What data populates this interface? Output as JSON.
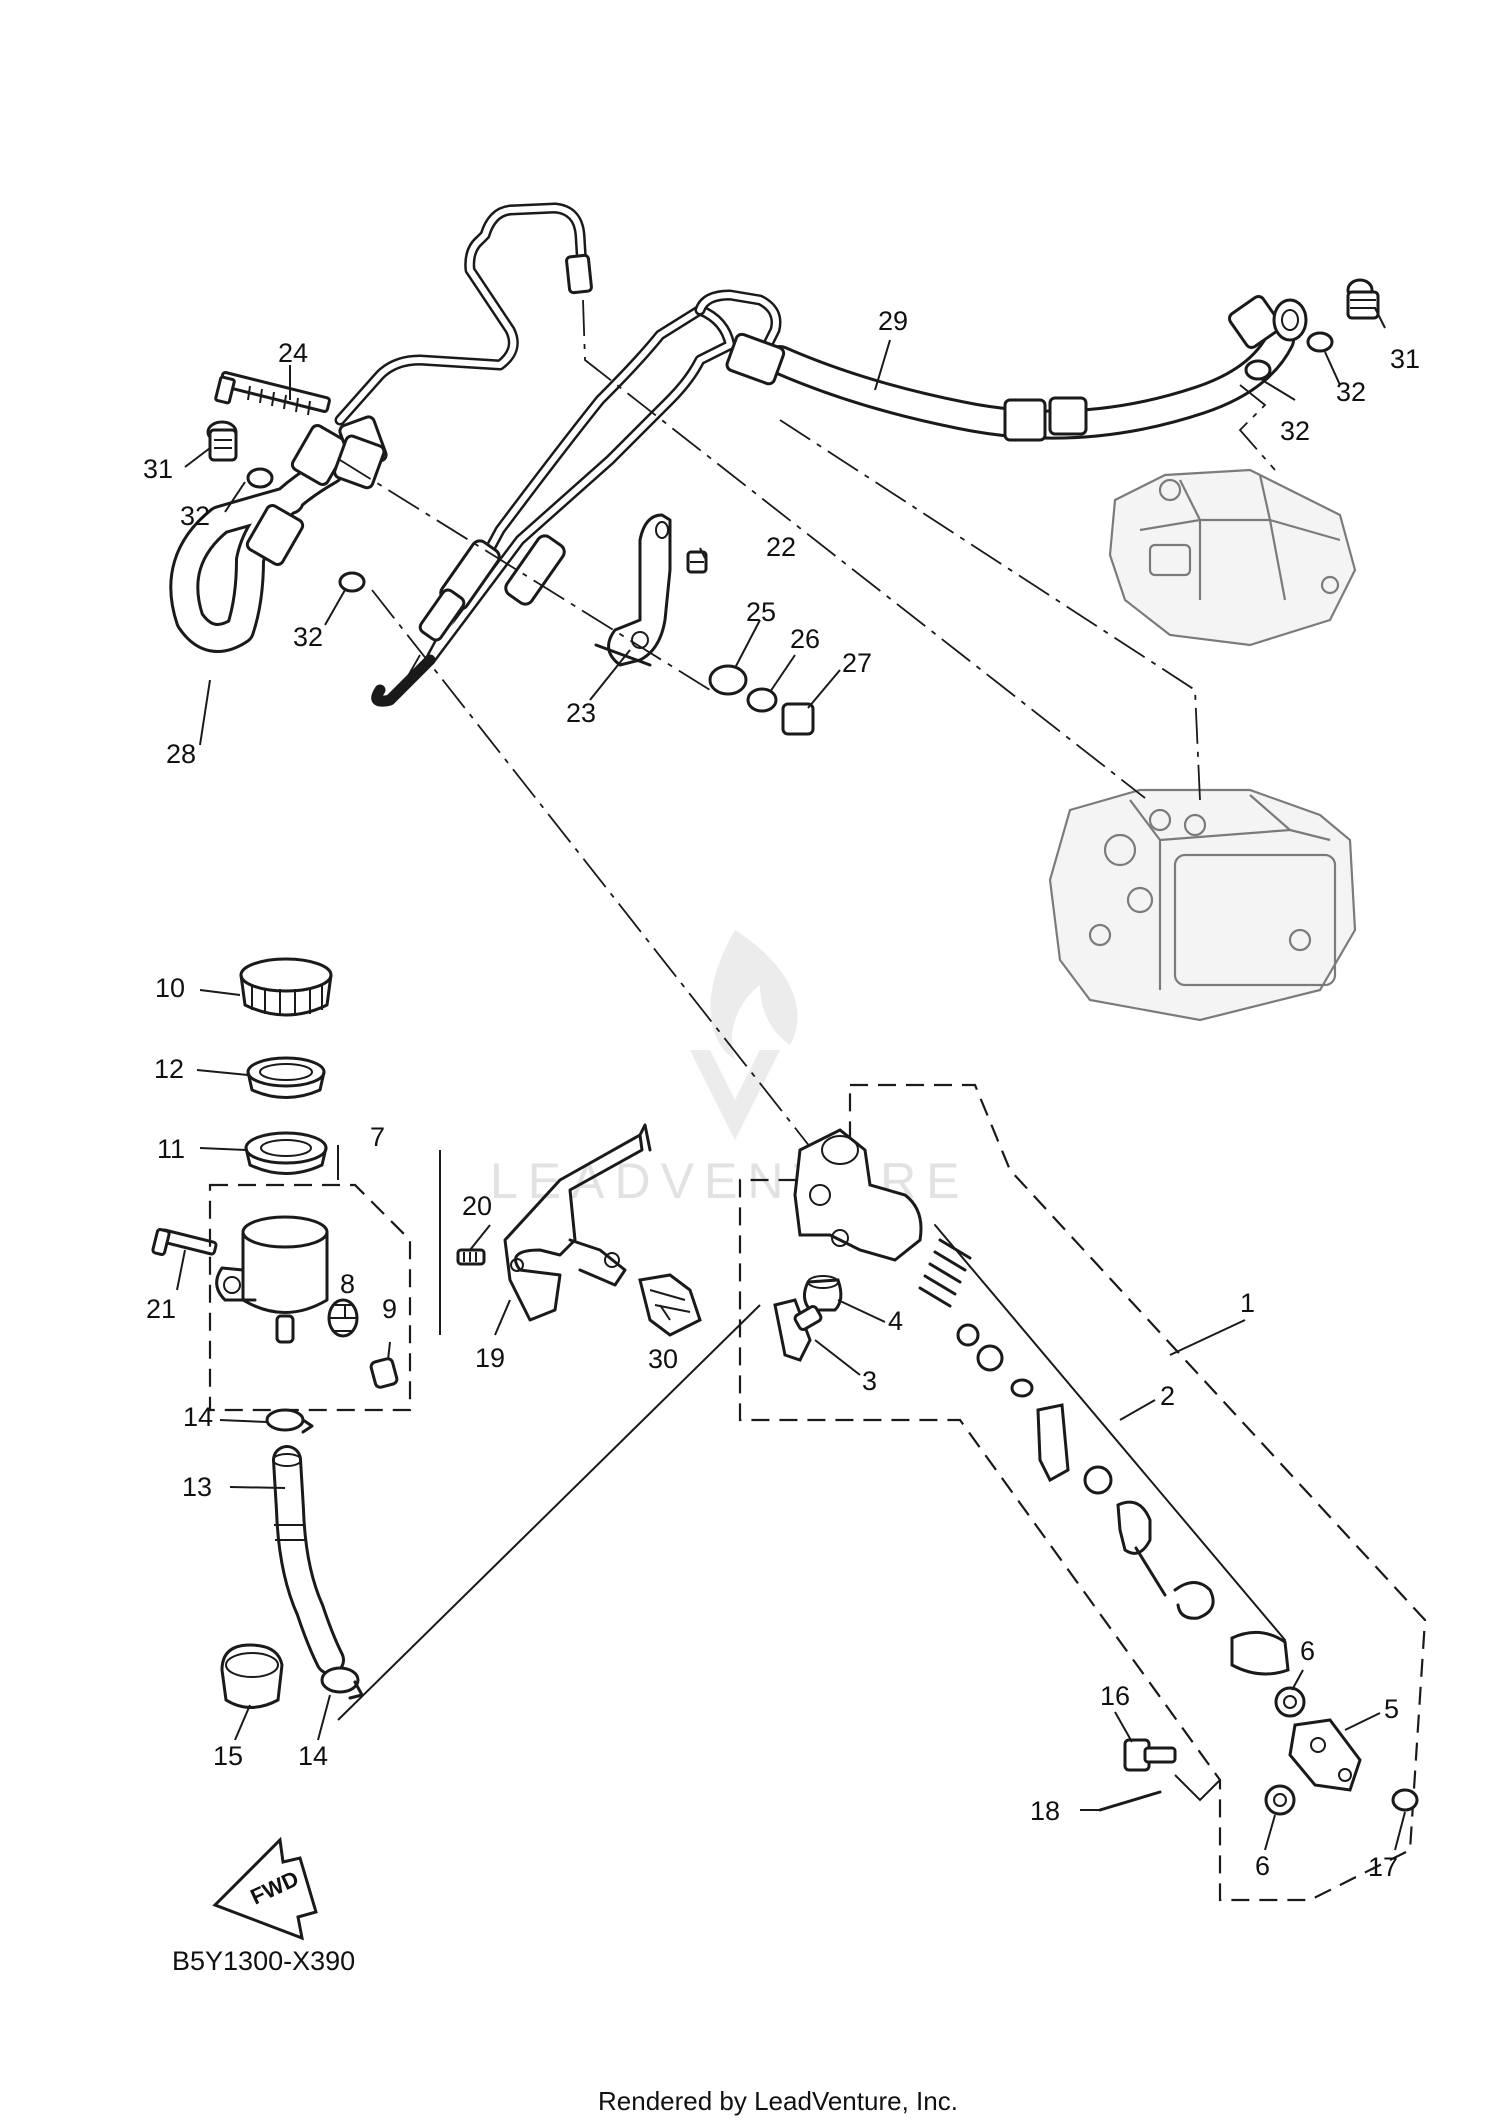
{
  "diagram": {
    "drawing_id": "B5Y1300-X390",
    "footer": "Rendered by LeadVenture, Inc.",
    "watermark": "LEADVENTURE",
    "direction_label": "FWD",
    "callouts": [
      {
        "id": "c1",
        "label": "1"
      },
      {
        "id": "c2",
        "label": "2"
      },
      {
        "id": "c3",
        "label": "3"
      },
      {
        "id": "c4",
        "label": "4"
      },
      {
        "id": "c5",
        "label": "5"
      },
      {
        "id": "c6a",
        "label": "6"
      },
      {
        "id": "c6b",
        "label": "6"
      },
      {
        "id": "c7",
        "label": "7"
      },
      {
        "id": "c8",
        "label": "8"
      },
      {
        "id": "c9",
        "label": "9"
      },
      {
        "id": "c10",
        "label": "10"
      },
      {
        "id": "c11",
        "label": "11"
      },
      {
        "id": "c12",
        "label": "12"
      },
      {
        "id": "c13",
        "label": "13"
      },
      {
        "id": "c14a",
        "label": "14"
      },
      {
        "id": "c14b",
        "label": "14"
      },
      {
        "id": "c15",
        "label": "15"
      },
      {
        "id": "c16",
        "label": "16"
      },
      {
        "id": "c17",
        "label": "17"
      },
      {
        "id": "c18",
        "label": "18"
      },
      {
        "id": "c19",
        "label": "19"
      },
      {
        "id": "c20",
        "label": "20"
      },
      {
        "id": "c21",
        "label": "21"
      },
      {
        "id": "c22",
        "label": "22"
      },
      {
        "id": "c23",
        "label": "23"
      },
      {
        "id": "c24",
        "label": "24"
      },
      {
        "id": "c25",
        "label": "25"
      },
      {
        "id": "c26",
        "label": "26"
      },
      {
        "id": "c27",
        "label": "27"
      },
      {
        "id": "c28",
        "label": "28"
      },
      {
        "id": "c29",
        "label": "29"
      },
      {
        "id": "c30",
        "label": "30"
      },
      {
        "id": "c31a",
        "label": "31"
      },
      {
        "id": "c31b",
        "label": "31"
      },
      {
        "id": "c32a",
        "label": "32"
      },
      {
        "id": "c32b",
        "label": "32"
      },
      {
        "id": "c32c",
        "label": "32"
      },
      {
        "id": "c32d",
        "label": "32"
      }
    ]
  }
}
